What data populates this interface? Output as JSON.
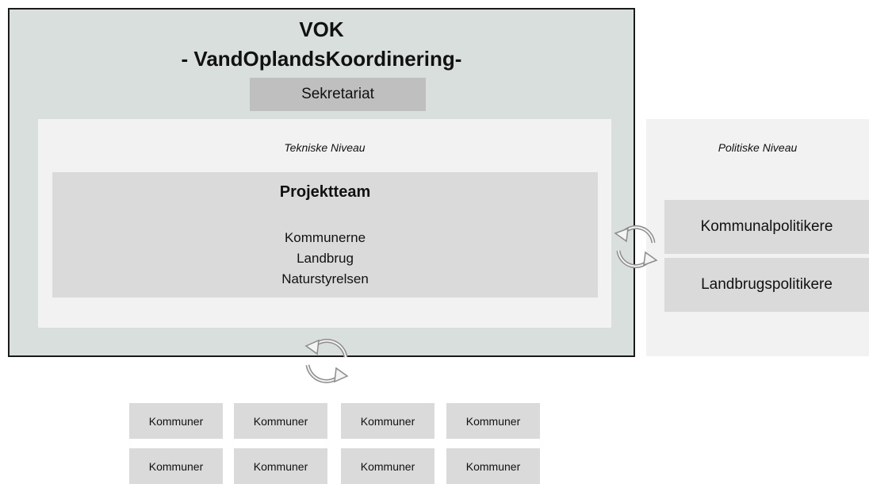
{
  "vok": {
    "title": "VOK",
    "subtitle": "- VandOplandsKoordinering-",
    "secretariat": "Sekretariat"
  },
  "technical": {
    "label": "Tekniske Niveau",
    "team_title": "Projektteam",
    "members": [
      "Kommunerne",
      "Landbrug",
      "Naturstyrelsen"
    ]
  },
  "political": {
    "label": "Politiske Niveau",
    "boxes": [
      "Kommunalpolitikere",
      "Landbrugspolitikere"
    ]
  },
  "municipalities": {
    "row1": [
      "Kommuner",
      "Kommuner",
      "Kommuner",
      "Kommuner"
    ],
    "row2": [
      "Kommuner",
      "Kommuner",
      "Kommuner",
      "Kommuner"
    ]
  },
  "icons": {
    "cycle": "cycle-arrows-icon"
  }
}
